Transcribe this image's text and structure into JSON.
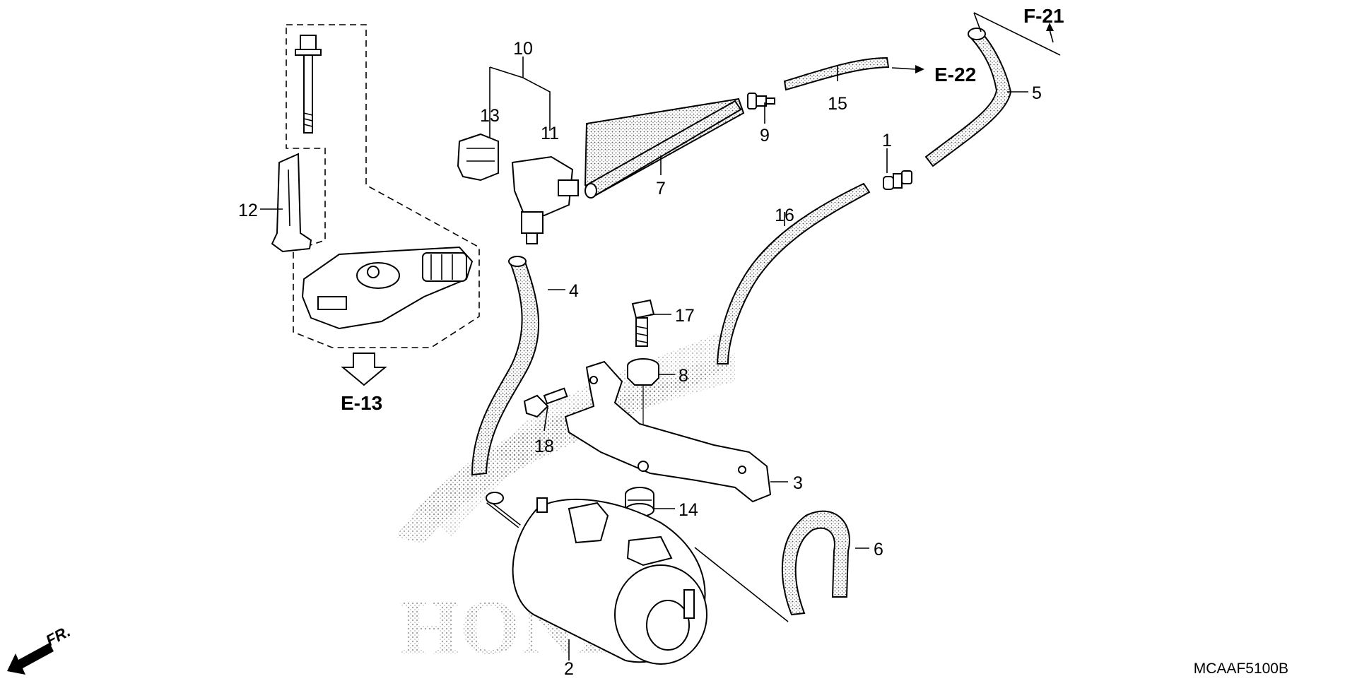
{
  "diagram": {
    "callouts": [
      {
        "id": "c1",
        "label": "1"
      },
      {
        "id": "c2",
        "label": "2"
      },
      {
        "id": "c3",
        "label": "3"
      },
      {
        "id": "c4",
        "label": "4"
      },
      {
        "id": "c5",
        "label": "5"
      },
      {
        "id": "c6",
        "label": "6"
      },
      {
        "id": "c7",
        "label": "7"
      },
      {
        "id": "c8",
        "label": "8"
      },
      {
        "id": "c9",
        "label": "9"
      },
      {
        "id": "c10",
        "label": "10"
      },
      {
        "id": "c11",
        "label": "11"
      },
      {
        "id": "c12",
        "label": "12"
      },
      {
        "id": "c13",
        "label": "13"
      },
      {
        "id": "c14",
        "label": "14"
      },
      {
        "id": "c15",
        "label": "15"
      },
      {
        "id": "c16",
        "label": "16"
      },
      {
        "id": "c17",
        "label": "17"
      },
      {
        "id": "c18",
        "label": "18"
      }
    ],
    "refs": {
      "e13": "E-13",
      "e22": "E-22",
      "f21": "F-21"
    },
    "front_label": "FR.",
    "watermark": "HONDA",
    "diagram_code": "MCAAF5100B"
  },
  "colors": {
    "line": "#000000",
    "background": "#ffffff",
    "stipple": "#555555"
  }
}
